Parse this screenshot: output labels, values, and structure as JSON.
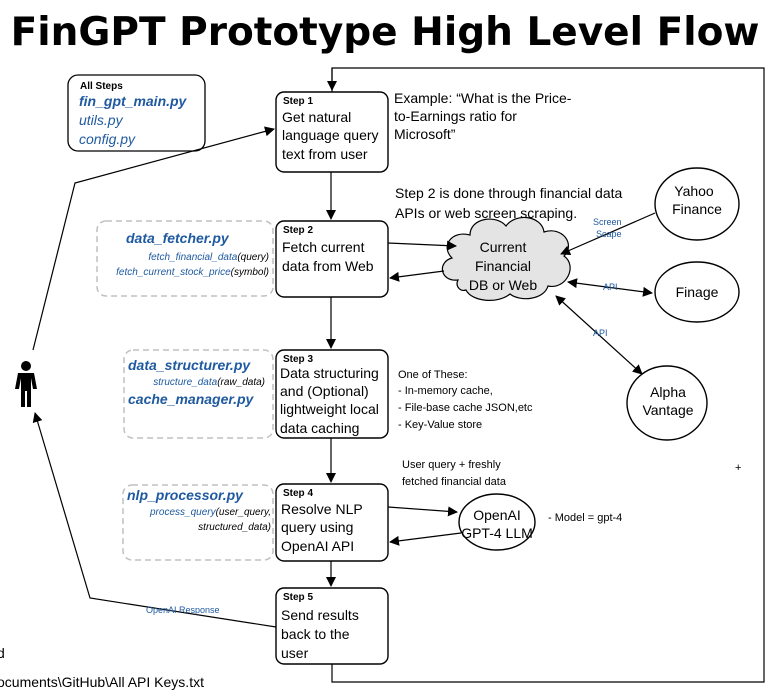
{
  "title": "FinGPT Prototype High Level Flow",
  "all_steps": {
    "heading": "All Steps",
    "files": [
      "fin_gpt_main.py",
      "utils.py",
      "config.py"
    ]
  },
  "steps": [
    {
      "label": "Step 1",
      "lines": [
        "Get natural",
        "language query",
        "text from user"
      ]
    },
    {
      "label": "Step 2",
      "lines": [
        "Fetch current",
        "data from Web"
      ]
    },
    {
      "label": "Step 3",
      "lines": [
        "Data structuring",
        "and (Optional)",
        "lightweight local",
        "data caching"
      ]
    },
    {
      "label": "Step 4",
      "lines": [
        "Resolve NLP",
        "query using",
        "OpenAI API"
      ]
    },
    {
      "label": "Step 5",
      "lines": [
        "Send results",
        "back to the",
        "user"
      ]
    }
  ],
  "modules": {
    "fetcher": {
      "file": "data_fetcher.py",
      "fn1_name": "fetch_financial_data",
      "fn1_args": "(query)",
      "fn2_name": "fetch_current_stock_price",
      "fn2_args": "(symbol)"
    },
    "structurer": {
      "file": "data_structurer.py",
      "fn1_name": "structure_data",
      "fn1_args": "(raw_data)",
      "file2": "cache_manager.py"
    },
    "nlp": {
      "file": "nlp_processor.py",
      "fn1_name": "process_query",
      "fn1_args": "(user_query,",
      "fn1_cont": "structured_data)"
    }
  },
  "example": {
    "lines": [
      "Example: “What is the Price-",
      "to-Earnings ratio for",
      "Microsoft”"
    ]
  },
  "step2_note": {
    "lines": [
      "Step 2 is done through financial data",
      "APIs or web screen scraping."
    ]
  },
  "cloud": {
    "lines": [
      "Current",
      "Financial",
      "DB or Web"
    ]
  },
  "sources": {
    "yahoo": [
      "Yahoo",
      "Finance"
    ],
    "finage": [
      "Finage"
    ],
    "alpha": [
      "Alpha",
      "Vantage"
    ]
  },
  "connector_labels": {
    "screen_scape": [
      "Screen",
      "Scape"
    ],
    "api_finage": "API",
    "api_alpha": "API",
    "openai_response": "OpenAI Response"
  },
  "cache_options": {
    "heading": "One of These:",
    "items": [
      "- In-memory cache,",
      "- File-base cache JSON,etc",
      "- Key-Value store"
    ]
  },
  "llm_note": {
    "lines": [
      "User query + freshly",
      "fetched financial data"
    ]
  },
  "llm": {
    "lines": [
      "OpenAI",
      "GPT-4 LLM"
    ],
    "model_note": "- Model = gpt-4"
  },
  "footer": {
    "line1": "d",
    "line2": "ocuments\\GitHub\\All API Keys.txt"
  },
  "colors": {
    "accent_blue": "#1f5aa0",
    "cloud_fill": "#e4e4e4",
    "dashed_border": "#c0c0c0"
  }
}
